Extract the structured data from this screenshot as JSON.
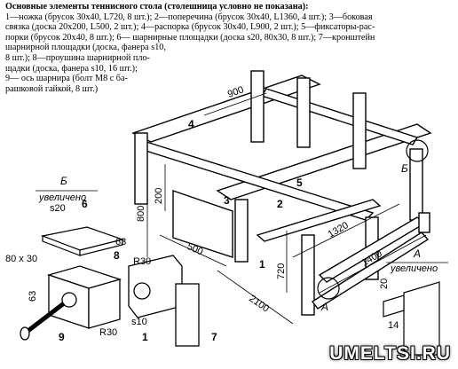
{
  "caption": {
    "title": "Основные элементы теннисного стола (столешница условно не показана):",
    "lines": [
      "1—ножка (брусок 30х40, L720, 8 шт.); 2—поперечина (брусок 30х40, L1360, 4 шт.); 3—боковая",
      "связка (доска 20х200, L500, 2 шт.); 4—распорка (брусок 30х40, L900, 2 шт.); 5—фиксаторы-рас-",
      "порки (брусок 20х40, 8 шт.); 6— шарнирные площадки (доска s20, 80х30, 8 шт.); 7—кронштейн",
      "шарнирной площадки (доска, фанера s10,",
      "8 шт.); 8—проушина шарнирной пло-",
      "щадки (доска, фанера s10, 16 шт.);",
      "9— ось шарнира (болт М8 с ба-",
      "рашковой гайкой, 8 шт.)"
    ]
  },
  "callouts": {
    "n1a": "1",
    "n2": "2",
    "n3": "3",
    "n4": "4",
    "n5": "5",
    "n6": "6",
    "n7": "7",
    "n8": "8",
    "n9": "9",
    "n1b": "1"
  },
  "dimensions": {
    "d900": "900",
    "d800": "800",
    "d200": "200",
    "d500": "500",
    "d1320": "1320",
    "d1400": "1400",
    "d720": "720",
    "d2100": "2100",
    "d80x30": "80 x 30",
    "d63a": "63",
    "d63b": "63",
    "dR30a": "R30",
    "dR30b": "R30",
    "ds20": "s20",
    "ds10": "s10",
    "d20": "20",
    "d14": "14"
  },
  "views": {
    "b_letter": "Б",
    "b_word": "увеличено",
    "a_letter": "А",
    "a_word": "увеличено",
    "b_marker": "Б",
    "a_marker": "А"
  },
  "watermark": "UMELTSI.RU"
}
